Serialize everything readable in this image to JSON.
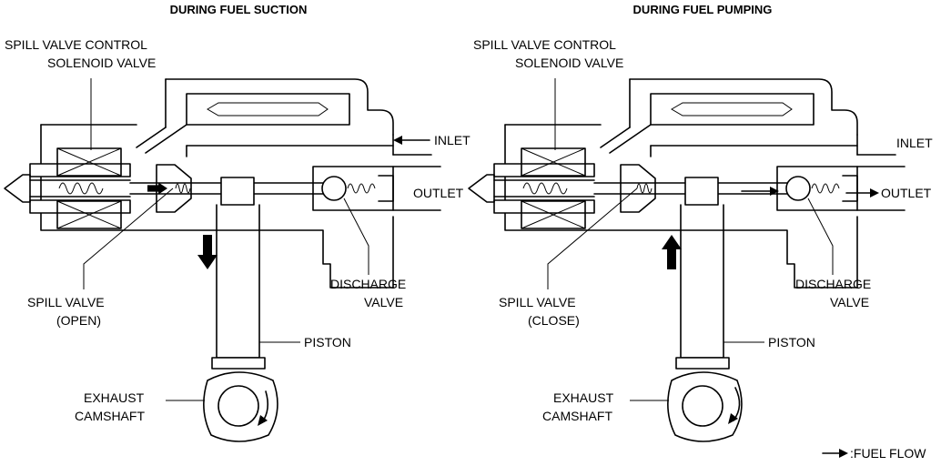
{
  "panels": [
    {
      "title": "DURING FUEL SUCTION",
      "solenoid_label_1": "SPILL VALVE CONTROL",
      "solenoid_label_2": "SOLENOID VALVE",
      "inlet_label": "INLET",
      "outlet_label": "OUTLET",
      "spill_label_1": "SPILL VALVE",
      "spill_label_2": "(OPEN)",
      "discharge_label_1": "DISCHARGE",
      "discharge_label_2": "VALVE",
      "piston_label": "PISTON",
      "camshaft_label_1": "EXHAUST",
      "camshaft_label_2": "CAMSHAFT",
      "piston_motion": "down"
    },
    {
      "title": "DURING FUEL PUMPING",
      "solenoid_label_1": "SPILL VALVE CONTROL",
      "solenoid_label_2": "SOLENOID VALVE",
      "inlet_label": "INLET",
      "outlet_label": "OUTLET",
      "spill_label_1": "SPILL VALVE",
      "spill_label_2": "(CLOSE)",
      "discharge_label_1": "DISCHARGE",
      "discharge_label_2": "VALVE",
      "piston_label": "PISTON",
      "camshaft_label_1": "EXHAUST",
      "camshaft_label_2": "CAMSHAFT",
      "piston_motion": "up"
    }
  ],
  "legend": {
    "fuel_flow_label": ":FUEL FLOW",
    "icon": "arrow-right-icon"
  }
}
